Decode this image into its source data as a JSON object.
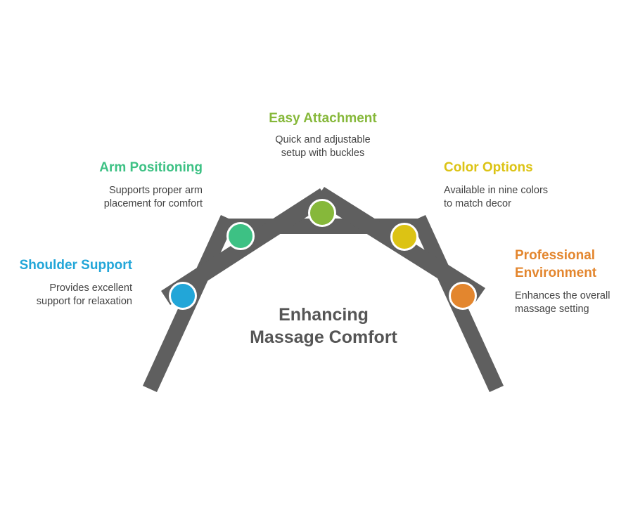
{
  "center_title": "Enhancing\nMassage Comfort",
  "colors": {
    "structure": "#5f5f5f",
    "shoulder": "#22a6d8",
    "arm": "#3dc184",
    "attachment": "#86b83a",
    "color_options": "#dcc314",
    "professional": "#e3862e"
  },
  "items": {
    "shoulder": {
      "title": "Shoulder Support",
      "desc": "Provides excellent\nsupport for relaxation",
      "icon": "blue-circle"
    },
    "arm": {
      "title": "Arm Positioning",
      "desc": "Supports proper arm\nplacement for comfort",
      "icon": "green-circle"
    },
    "attachment": {
      "title": "Easy Attachment",
      "desc": "Quick and adjustable\nsetup with buckles",
      "icon": "lime-circle"
    },
    "color_options": {
      "title": "Color Options",
      "desc": "Available in nine colors\nto match decor",
      "icon": "yellow-circle"
    },
    "professional": {
      "title": "Professional\nEnvironment",
      "desc": "Enhances the overall\nmassage setting",
      "icon": "orange-circle"
    }
  }
}
